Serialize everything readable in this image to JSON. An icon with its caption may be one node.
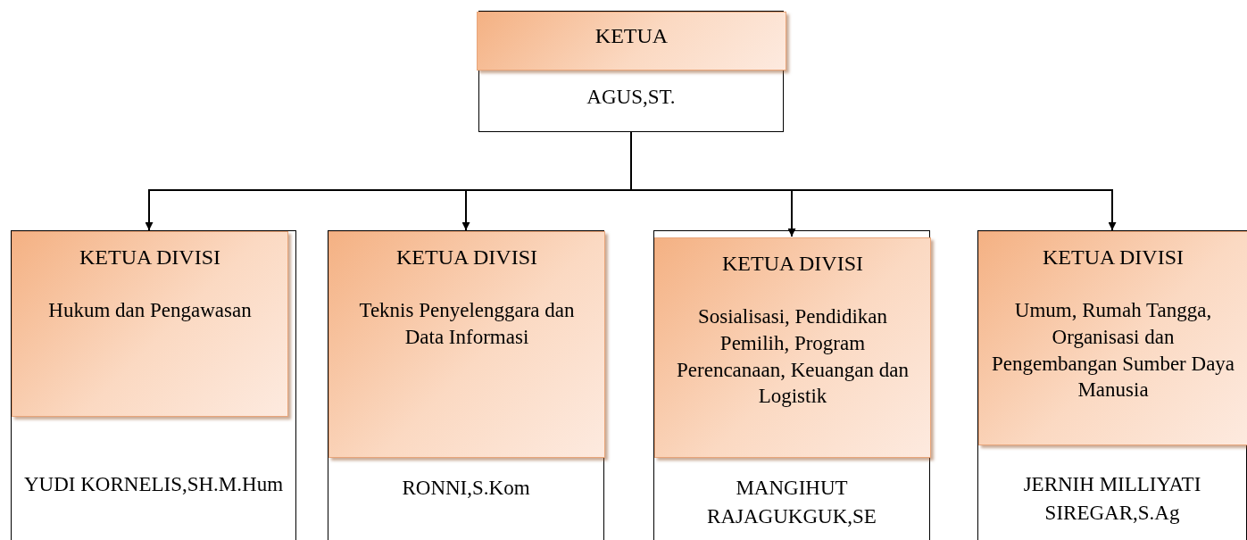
{
  "diagram": {
    "nodes": [
      {
        "text": [
          "AGUS,ST."
        ]
      },
      {
        "text": [
          "KETUA"
        ],
        "in": 0
      },
      {
        "text": [
          "YUDI KORNELIS,SH.M.Hum"
        ]
      },
      {
        "text": [
          "KETUA DIVISI",
          "Hukum dan Pengawasan"
        ],
        "in": 2
      },
      {
        "text": [
          "RONNI,S.Kom"
        ]
      },
      {
        "text": [
          "KETUA DIVISI",
          "Teknis Penyelenggara dan Data Informasi"
        ],
        "in": 4
      },
      {
        "text": [
          "MANGIHUT RAJAGUKGUK,SE"
        ]
      },
      {
        "text": [
          "KETUA DIVISI",
          "Sosialisasi, Pendidikan Pemilih, Program Perencanaan, Keuangan dan Logistik"
        ],
        "in": 6
      },
      {
        "text": [
          "JERNIH MILLIYATI SIREGAR,S.Ag"
        ]
      },
      {
        "text": [
          "KETUA DIVISI",
          "Umum, Rumah Tangga, Organisasi dan Pengembangan Sumber Daya Manusia"
        ],
        "in": 8
      }
    ],
    "edges": [
      {
        "from": 0,
        "to": 3,
        "arrow": "to"
      },
      {
        "from": 0,
        "to": 5,
        "arrow": "to"
      },
      {
        "from": 0,
        "to": 7,
        "arrow": "to"
      },
      {
        "from": 0,
        "to": 9,
        "arrow": "to"
      }
    ]
  }
}
